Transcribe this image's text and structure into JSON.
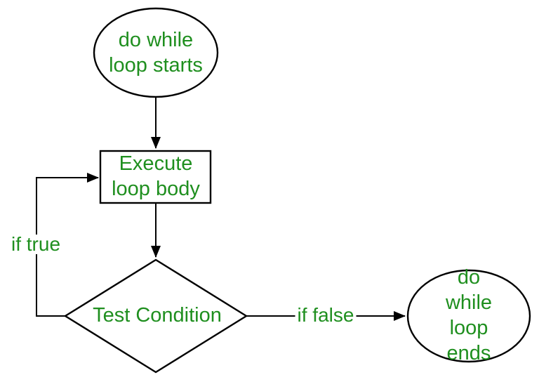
{
  "colors": {
    "node_text": "#1F8F1F",
    "stroke": "#000000",
    "background": "#FFFFFF"
  },
  "nodes": {
    "start": {
      "shape": "ellipse",
      "label": "do while\nloop starts"
    },
    "execute": {
      "shape": "rectangle",
      "label": "Execute\nloop body"
    },
    "condition": {
      "shape": "diamond",
      "label": "Test Condition"
    },
    "end": {
      "shape": "ellipse",
      "label": "do while\nloop ends"
    }
  },
  "edges": {
    "start_to_execute": {
      "label": ""
    },
    "execute_to_condition": {
      "label": ""
    },
    "condition_to_execute": {
      "label": "if true"
    },
    "condition_to_end": {
      "label": "if false"
    }
  }
}
